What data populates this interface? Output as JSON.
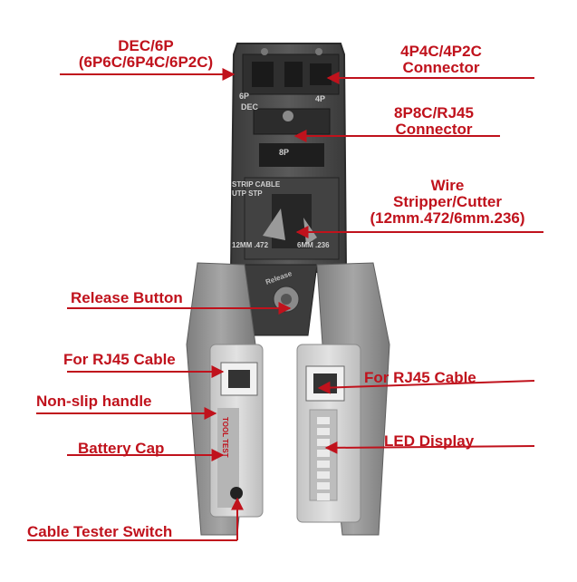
{
  "labels": {
    "dec6p_line1": "DEC/6P",
    "dec6p_line2": "(6P6C/6P4C/6P2C)",
    "fourp_line1": "4P4C/4P2C",
    "fourp_line2": "Connector",
    "eightp_line1": "8P8C/RJ45",
    "eightp_line2": "Connector",
    "wire_line1": "Wire",
    "wire_line2": "Stripper/Cutter",
    "wire_line3": "(12mm.472/6mm.236)",
    "release": "Release Button",
    "rj45_left": "For RJ45 Cable",
    "rj45_right": "For RJ45 Cable",
    "nonslip": "Non-slip handle",
    "battery": "Battery Cap",
    "led": "LED Display",
    "switch": "Cable Tester Switch"
  },
  "tool_markings": {
    "die_6p": "6P",
    "die_dec": "DEC",
    "die_4p": "4P",
    "die_8p": "8P",
    "strip_cable": "STRIP  CABLE",
    "utp_stp": "UTP  STP",
    "size_12mm": "12MM .472",
    "size_6mm": "6MM  .236",
    "release_text": "Release",
    "brand": "TOOL TEST"
  },
  "colors": {
    "annotation": "#c0121c",
    "metal_head": "#4a4a4a",
    "handle_grey": "#8e8e8e",
    "tester_body": "#cfcfcf"
  }
}
